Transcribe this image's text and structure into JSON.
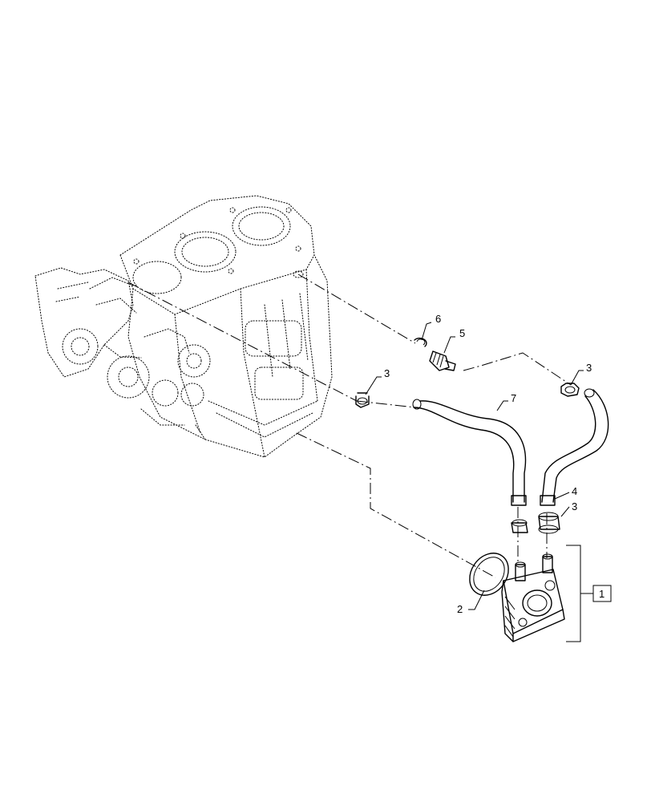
{
  "callouts": {
    "c1": "1",
    "c2": "2",
    "c3a": "3",
    "c3b": "3",
    "c3c": "3",
    "c4": "4",
    "c5": "5",
    "c6": "6",
    "c7": "7"
  },
  "icons": {
    "engine": "engine-block-phantom-icon",
    "cooler": "oil-cooler-icon",
    "hose": "coolant-hose-icon"
  }
}
